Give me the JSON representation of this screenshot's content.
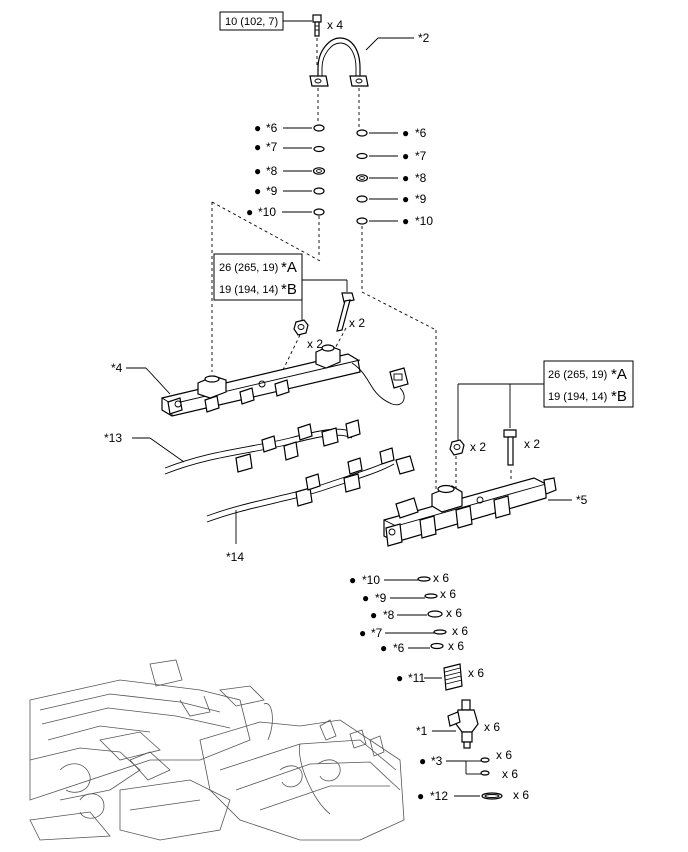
{
  "torque_top": "10 (102, 7)",
  "qty": {
    "x2": "x 2",
    "x4": "x 4",
    "x6": "x 6"
  },
  "torque_box_left": {
    "a_value": "26 (265, 19)",
    "a_tag": "*A",
    "b_value": "19 (194, 14)",
    "b_tag": "*B"
  },
  "torque_box_right": {
    "a_value": "26 (265, 19)",
    "a_tag": "*A",
    "b_value": "19 (194, 14)",
    "b_tag": "*B"
  },
  "labels": {
    "p1": "*1",
    "p2": "*2",
    "p3": "*3",
    "p4": "*4",
    "p5": "*5",
    "p6": "*6",
    "p7": "*7",
    "p8": "*8",
    "p9": "*9",
    "p10": "*10",
    "p11": "*11",
    "p12": "*12",
    "p13": "*13",
    "p14": "*14"
  },
  "bullet": "●",
  "colors": {
    "line": "#000000",
    "background": "#ffffff",
    "engine": "#555555"
  }
}
